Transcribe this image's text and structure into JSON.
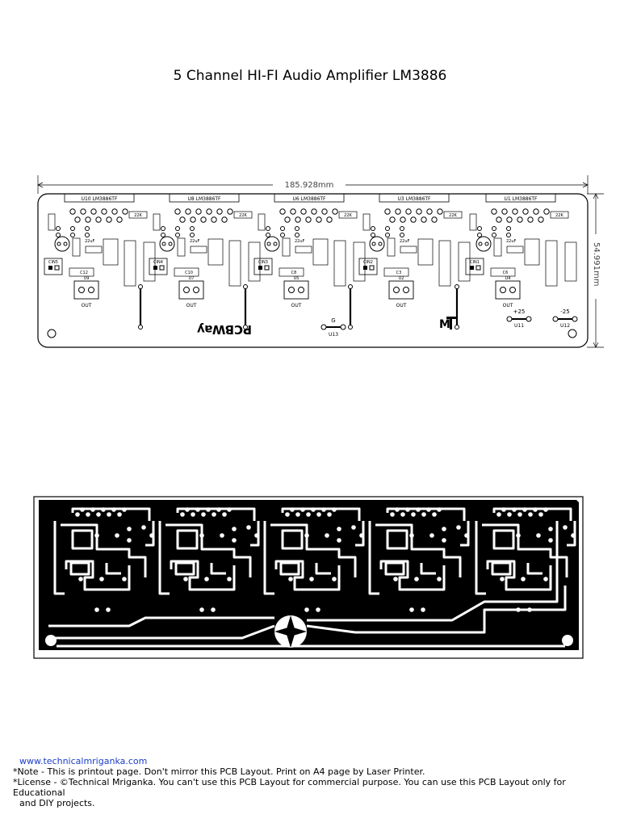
{
  "title": "5 Channel HI-FI Audio  Amplifier LM3886",
  "dimensions": {
    "width": "185.928mm",
    "height": "54.991mm"
  },
  "silkscreen": {
    "ic_labels": [
      "U10 LM3886TF",
      "U8 LM3886TF",
      "U6 LM3886TF",
      "U3 LM3886TF",
      "U1 LM3886TF"
    ],
    "out_labels": [
      "OUT",
      "OUT",
      "OUT",
      "OUT",
      "OUT"
    ],
    "unit_labels": [
      "U9",
      "U7",
      "U5",
      "U2",
      "U4"
    ],
    "res_22k": "22K",
    "cap_22uf": "22uF",
    "cap_labels": [
      "C12",
      "C10",
      "C8",
      "C3",
      "C6"
    ],
    "cin_labels": [
      "CIN5",
      "CIN4",
      "CIN3",
      "CIN2",
      "CIN1"
    ],
    "brand": "PCBWay",
    "power": {
      "plus": "+25",
      "minus": "-25",
      "gnd": "G",
      "u11": "U11",
      "u12": "U12",
      "u13": "U13"
    }
  },
  "footer": {
    "website": "www.technicalmriganka.com",
    "note": "*Note - This is printout page. Don't mirror this PCB Layout. Print on A4 page by Laser Printer.",
    "license_1": "*License - ©Technical Mriganka. You can't use this PCB Layout for commercial purpose. You can use this PCB Layout only for Educational",
    "license_2": "and DIY projects."
  }
}
